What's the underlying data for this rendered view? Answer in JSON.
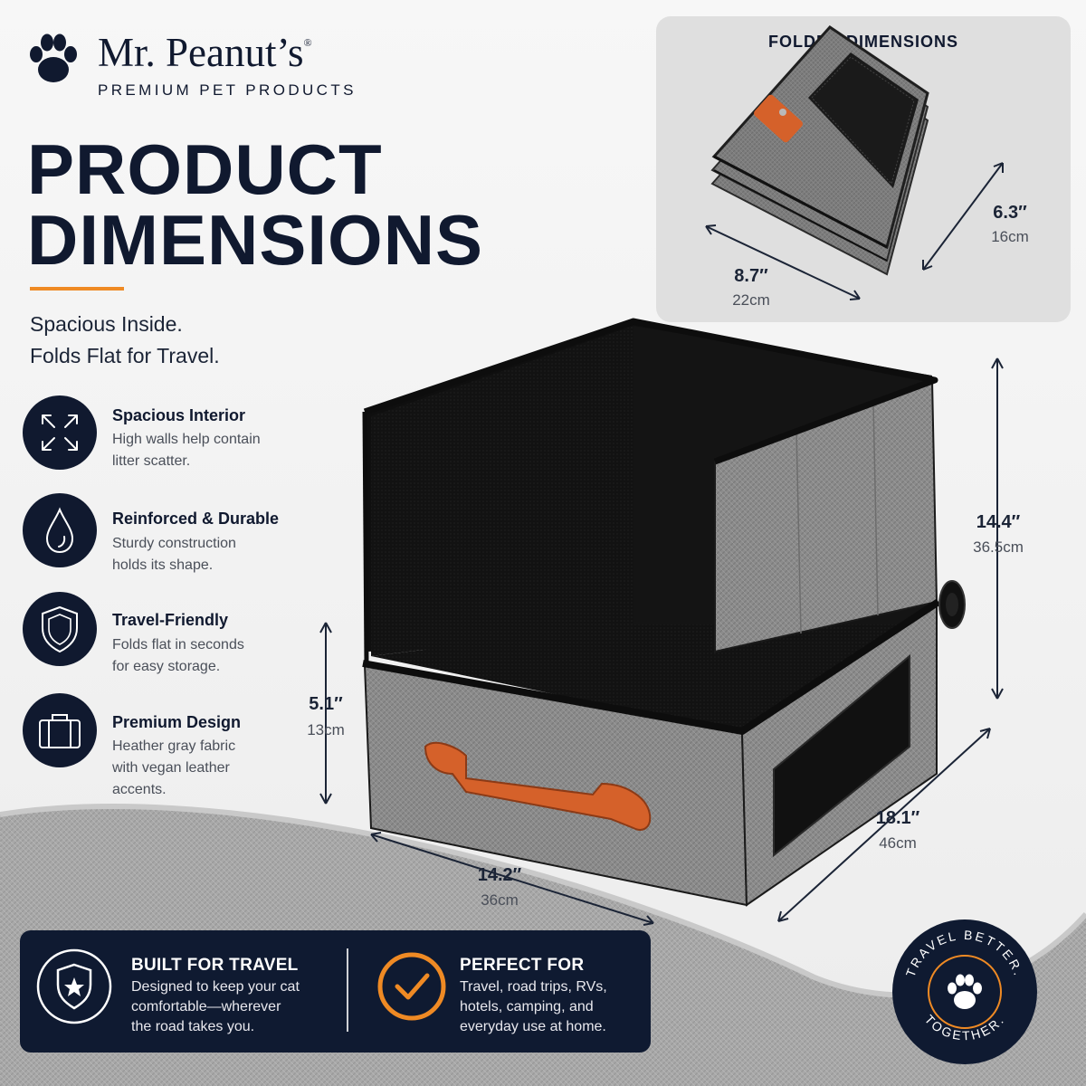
{
  "brand": {
    "name": "Mr. Peanut’s",
    "registered": "®",
    "subtitle": "PREMIUM PET PRODUCTS"
  },
  "headline": {
    "line1": "PRODUCT",
    "line2": "DIMENSIONS"
  },
  "tagline": {
    "line1": "Spacious Inside.",
    "line2": "Folds Flat for Travel."
  },
  "features": [
    {
      "icon": "expand-arrows-icon",
      "title": "Spacious Interior",
      "desc_line1": "High walls help contain",
      "desc_line2": "litter scatter.",
      "desc_line3": ""
    },
    {
      "icon": "water-drop-icon",
      "title": "Reinforced & Durable",
      "desc_line1": "Sturdy construction",
      "desc_line2": "holds its shape.",
      "desc_line3": ""
    },
    {
      "icon": "shield-icon",
      "title": "Travel-Friendly",
      "desc_line1": "Folds flat in seconds",
      "desc_line2": "for easy storage.",
      "desc_line3": ""
    },
    {
      "icon": "suitcase-icon",
      "title": "Premium Design",
      "desc_line1": "Heather gray fabric",
      "desc_line2": "with vegan leather",
      "desc_line3": "accents."
    }
  ],
  "folded": {
    "title": "FOLDED DIMENSIONS",
    "width_in": "8.7″",
    "width_cm": "22cm",
    "depth_in": "6.3″",
    "depth_cm": "16cm"
  },
  "dimensions": {
    "height_in": "14.4″",
    "height_cm": "36.5cm",
    "base_height_in": "5.1″",
    "base_height_cm": "13cm",
    "width_in": "14.2″",
    "width_cm": "36cm",
    "depth_in": "18.1″",
    "depth_cm": "46cm"
  },
  "bottom": {
    "left_title": "BUILT FOR TRAVEL",
    "left_line1": "Designed to keep your cat",
    "left_line2": "comfortable—wherever",
    "left_line3": "the road takes you.",
    "right_title": "PERFECT FOR",
    "right_line1": "Travel, road trips, RVs,",
    "right_line2": "hotels, camping, and",
    "right_line3": "everyday use at home."
  },
  "badge": {
    "top_text": "TRAVEL BETTER.",
    "bottom_text": "TOGETHER."
  },
  "colors": {
    "navy": "#10192f",
    "orange": "#ef8a24",
    "leather": "#d5612a",
    "fabric_gray": "#8a8a8a"
  }
}
